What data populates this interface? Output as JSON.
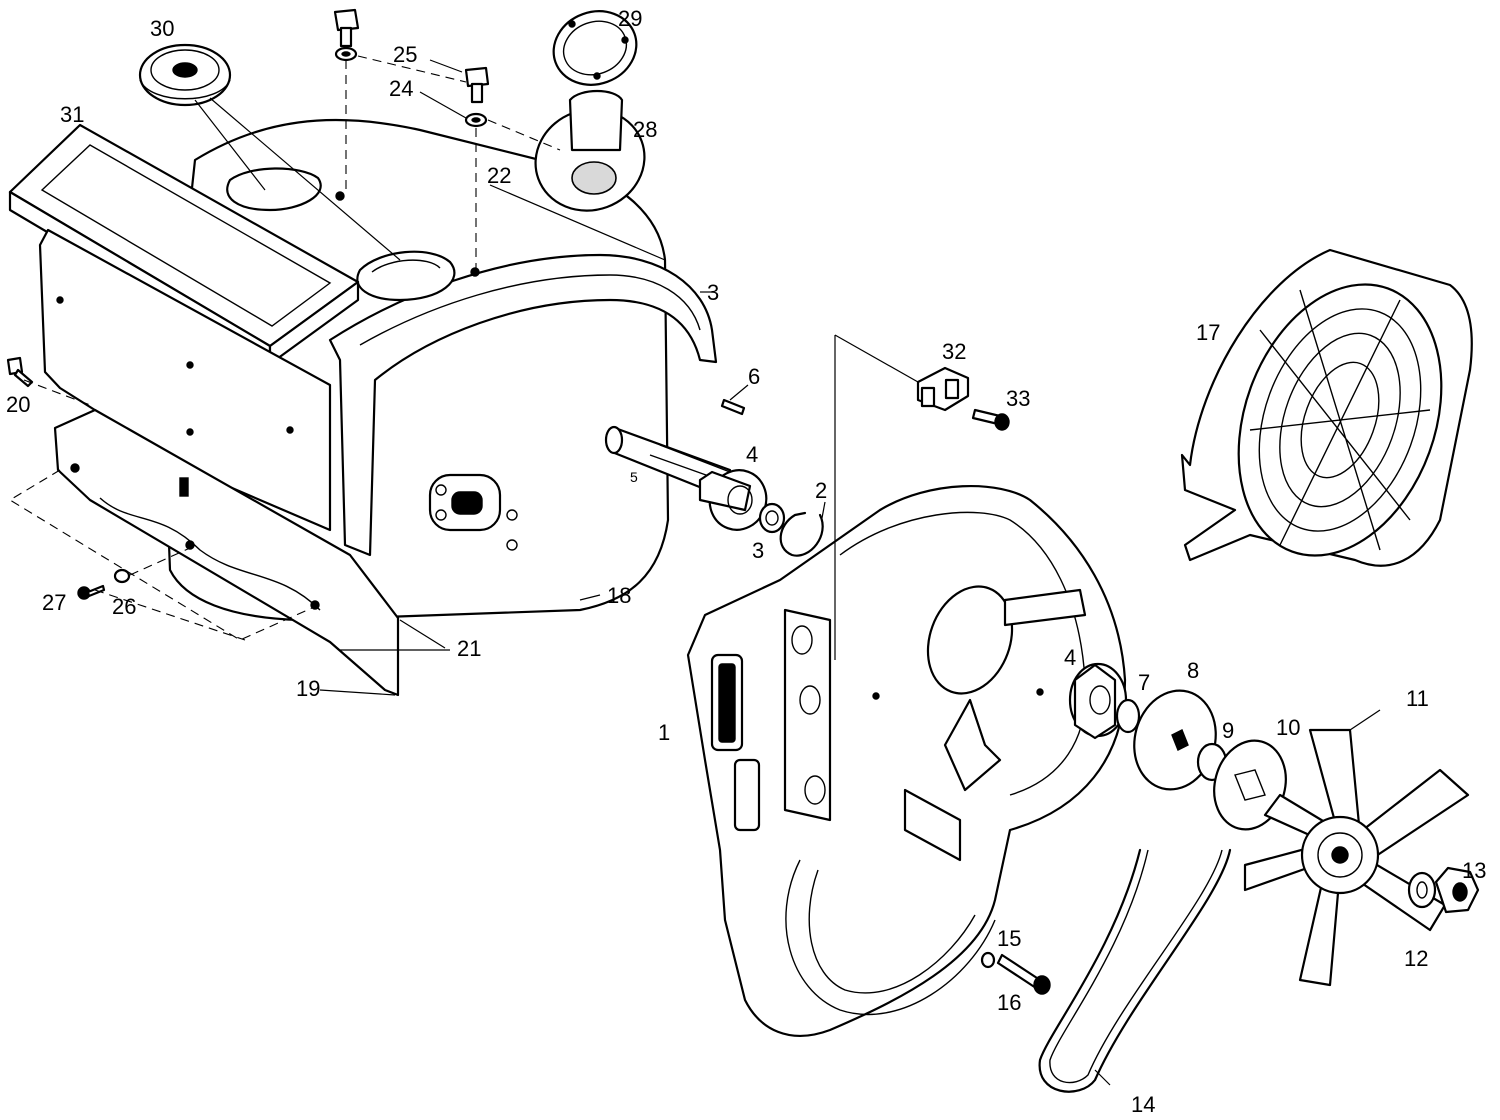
{
  "diagram": {
    "colors": {
      "line": "#000000",
      "paper": "#ffffff",
      "shade": "#d9d9d9"
    },
    "callouts": {
      "c1": "1",
      "c2": "2",
      "c3a": "3",
      "c3b": "3",
      "c4a": "4",
      "c4b": "4",
      "c5": "5",
      "c6": "6",
      "c7": "7",
      "c8": "8",
      "c9": "9",
      "c10": "10",
      "c11": "11",
      "c12": "12",
      "c13": "13",
      "c14": "14",
      "c15": "15",
      "c16": "16",
      "c17": "17",
      "c18": "18",
      "c19": "19",
      "c20": "20",
      "c21": "21",
      "c22": "22",
      "c24": "24",
      "c25": "25",
      "c26": "26",
      "c27": "27",
      "c28": "28",
      "c29": "29",
      "c30": "30",
      "c31": "31",
      "c32": "32",
      "c33": "33"
    }
  }
}
